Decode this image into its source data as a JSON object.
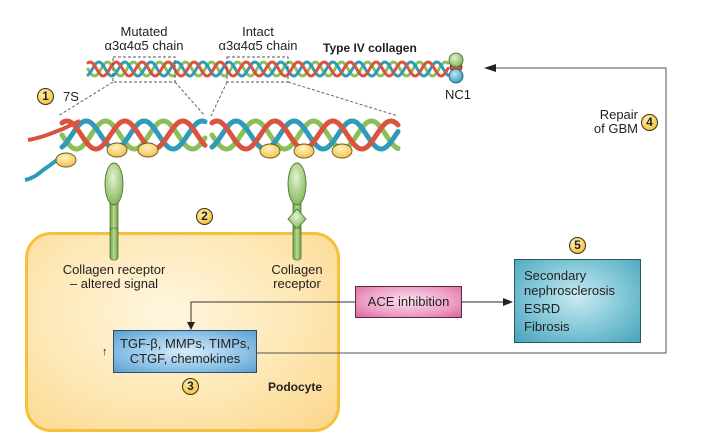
{
  "diagram": {
    "labels": {
      "mutated_line1": "Mutated",
      "mutated_line2": "α3α4α5 chain",
      "intact_line1": "Intact",
      "intact_line2": "α3α4α5 chain",
      "type_iv": "Type IV collagen",
      "nc1": "NC1",
      "seven_s": "7S",
      "repair_line1": "Repair",
      "repair_line2": "of GBM",
      "receptor_altered_line1": "Collagen receptor",
      "receptor_altered_line2": "– altered signal",
      "receptor_line1": "Collagen",
      "receptor_line2": "receptor",
      "podocyte": "Podocyte",
      "up_arrow": "↑"
    },
    "steps": [
      "1",
      "2",
      "3",
      "4",
      "5"
    ],
    "boxes": {
      "tgf_line1": "TGF-β, MMPs, TIMPs,",
      "tgf_line2": "CTGF, chemokines",
      "ace": "ACE inhibition",
      "outcomes": [
        "Secondary",
        "nephrosclerosis",
        "ESRD",
        "Fibrosis"
      ]
    },
    "colors": {
      "strand_red": "#d9533f",
      "strand_green": "#8cbf5a",
      "strand_blue": "#2f9bb8",
      "podocyte_border": "#f6bf3c",
      "podocyte_fill": "#fde7b4",
      "tgf_box": "#8dc2e6",
      "ace_box": "#ee9fc6",
      "outcome_box": "#7ec5d6",
      "badge": "#f5c842",
      "receptor": "#8cbf5a"
    }
  }
}
